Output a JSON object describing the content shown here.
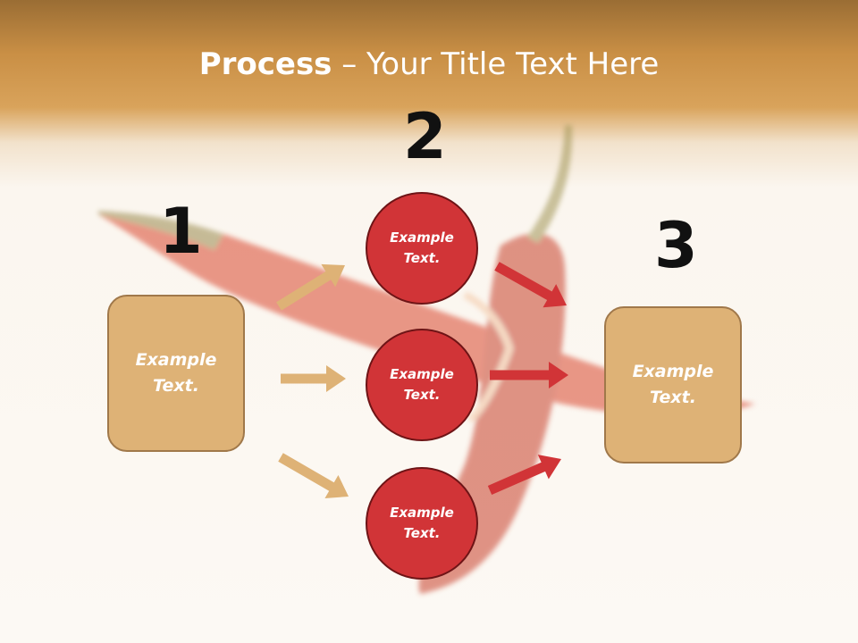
{
  "title": {
    "bold": "Process",
    "rest": " – Your Title Text Here"
  },
  "steps": [
    {
      "number": "1"
    },
    {
      "number": "2"
    },
    {
      "number": "3"
    }
  ],
  "boxes": [
    {
      "text": "Example Text."
    },
    {
      "text": "Example Text."
    }
  ],
  "circles": [
    {
      "text": "Example Text."
    },
    {
      "text": "Example Text."
    },
    {
      "text": "Example Text."
    }
  ],
  "colors": {
    "box_fill": "#deb276",
    "circle_fill": "#d13437",
    "arrow_tan": "#deb276",
    "arrow_red": "#d13437"
  },
  "icons": {
    "arrow": "arrow-right-icon",
    "background": "chili-pepper-photo"
  }
}
